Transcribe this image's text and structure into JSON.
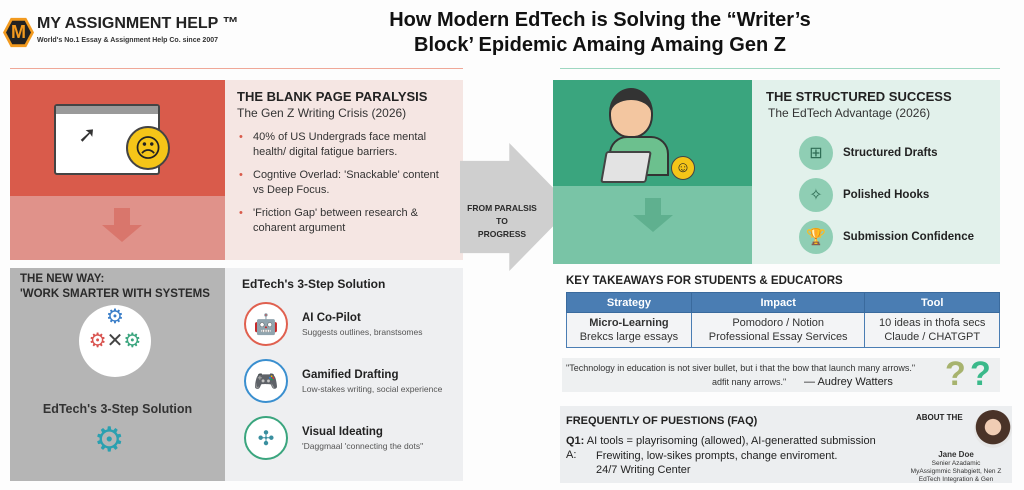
{
  "header": {
    "brand": "MY ASSIGNMENT HELP ™",
    "logo_letter": "M",
    "tagline": "World's No.1 Essay & Assignment Help Co. since 2007",
    "title_line1": "How Modern EdTech is Solving the “Writer’s",
    "title_line2": "Block’ Epidemic Amaing Amaing Gen Z"
  },
  "problem": {
    "heading": "THE BLANK PAGE PARALYSIS",
    "subheading": "The Gen Z Writing Crisis (2026)",
    "bullets": [
      "40% of US Undergrads face mental health/ digital fatigue barriers.",
      "Cogntive Overlad: 'Snackable' content vs Deep Focus.",
      "'Friction Gap' between research & coharent argument"
    ]
  },
  "newway": {
    "heading1": "THE NEW WAY:",
    "heading2": "'WORK SMARTER WITH SYSTEMS",
    "label": "EdTech's 3-Step Solution"
  },
  "steps": {
    "heading": "EdTech's 3-Step Solution",
    "items": [
      {
        "title": "AI Co-Pilot",
        "desc": "Suggests outlines, branstsomes",
        "color": "#e0604f"
      },
      {
        "title": "Gamified Drafting",
        "desc": "Low-stakes writing, social experience",
        "color": "#3a8fcf"
      },
      {
        "title": "Visual Ideating",
        "desc": "'Daggmaal 'connecting the dots\"",
        "color": "#3aa57e"
      }
    ]
  },
  "arrow": {
    "line1": "FROM PARALSIS",
    "line2": "TO",
    "line3": "PROGRESS"
  },
  "success": {
    "heading": "THE STRUCTURED SUCCESS",
    "subheading": "The EdTech Advantage (2026)",
    "items": [
      "Structured Drafts",
      "Polished Hooks",
      "Submission Confidence"
    ]
  },
  "takeaways": {
    "heading": "KEY TAKEAWAYS FOR STUDENTS & EDUCATORS",
    "columns": [
      "Strategy",
      "Impact",
      "Tool"
    ],
    "rows": [
      [
        "Micro-Learning",
        "Pomodoro / Notion",
        "10 ideas in thofa secs"
      ],
      [
        "Brekcs large essays",
        "Professional Essay Services",
        "Claude / CHATGPT"
      ]
    ]
  },
  "quote": {
    "line1": "\"Technology in education is not siver bullet, but i that the bow that launch many arrows.\"",
    "line2": "adfit nany arrows.\"",
    "author": "— Audrey Watters"
  },
  "faq": {
    "heading": "FREQUENTLY OF PUESTIONS (FAQ)",
    "q_label": "Q1:",
    "q": "AI tools = playrisoming (allowed), AI-generatted submission",
    "a_label": "A:",
    "a1": "Frewiting, low-sikes prompts, change enviroment.",
    "a2": "24/7 Writing Center"
  },
  "about": {
    "heading": "ABOUT THE",
    "name": "Jane Doe",
    "line1": "Senier Azadamic",
    "line2": "MyAssigmmic Shabgiett, Nen Z",
    "line3": "EdTech Integration & Gen"
  },
  "colors": {
    "red": "#d95b4b",
    "green": "#3aa57e",
    "blue": "#4a7db3"
  }
}
